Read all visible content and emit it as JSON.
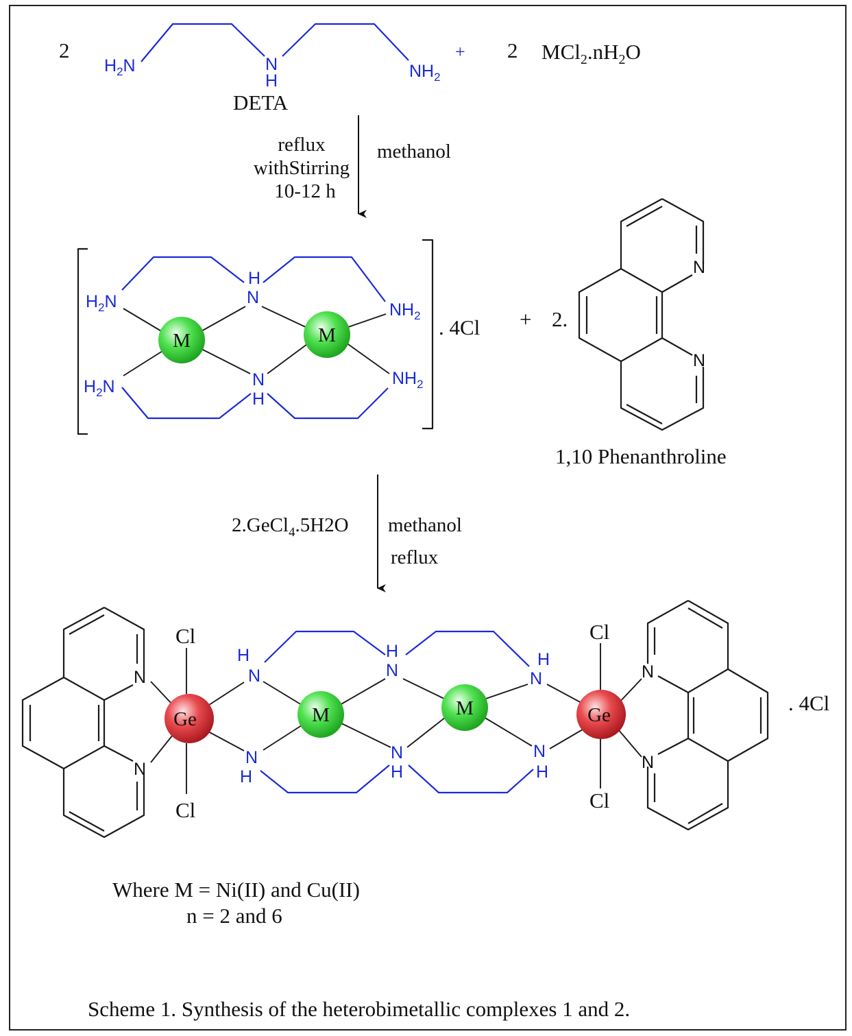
{
  "reactants": {
    "coef_deta": "2",
    "deta_label": "DETA",
    "plus": "+",
    "coef_salt": "2",
    "salt_formula": {
      "a": "MCl",
      "sub1": "2",
      "b": ".nH",
      "sub2": "2",
      "c": "O"
    }
  },
  "step1": {
    "cond_left": [
      "reflux",
      "withStirring",
      "10-12 h"
    ],
    "cond_right": "methanol"
  },
  "intermediate": {
    "counter_ion": ". 4Cl",
    "plus": "+",
    "coef": "2.",
    "phen_label": "1,10 Phenanthroline"
  },
  "step2": {
    "reagent": {
      "a": "2.GeCl",
      "sub": "4",
      "b": ".5H2O"
    },
    "cond_right": [
      "methanol",
      "reflux"
    ]
  },
  "product": {
    "counter_ion": ". 4Cl"
  },
  "atoms": {
    "H2N": {
      "main": "H",
      "sub": "2",
      "rest": "N"
    },
    "NH2": {
      "main": "NH",
      "sub": "2"
    },
    "N": "N",
    "H": "H",
    "M": "M",
    "Ge": "Ge",
    "Cl": "Cl"
  },
  "notes": {
    "line1": "Where M = Ni(II) and Cu(II)",
    "line2": "n =  2 and 6"
  },
  "caption": "Scheme 1. Synthesis of the heterobimetallic complexes 1 and 2.",
  "colors": {
    "ligand": "#1a2ad8",
    "metal_M": "#2fcf2f",
    "metal_Ge": "#d8262c",
    "frame": "#222222"
  }
}
